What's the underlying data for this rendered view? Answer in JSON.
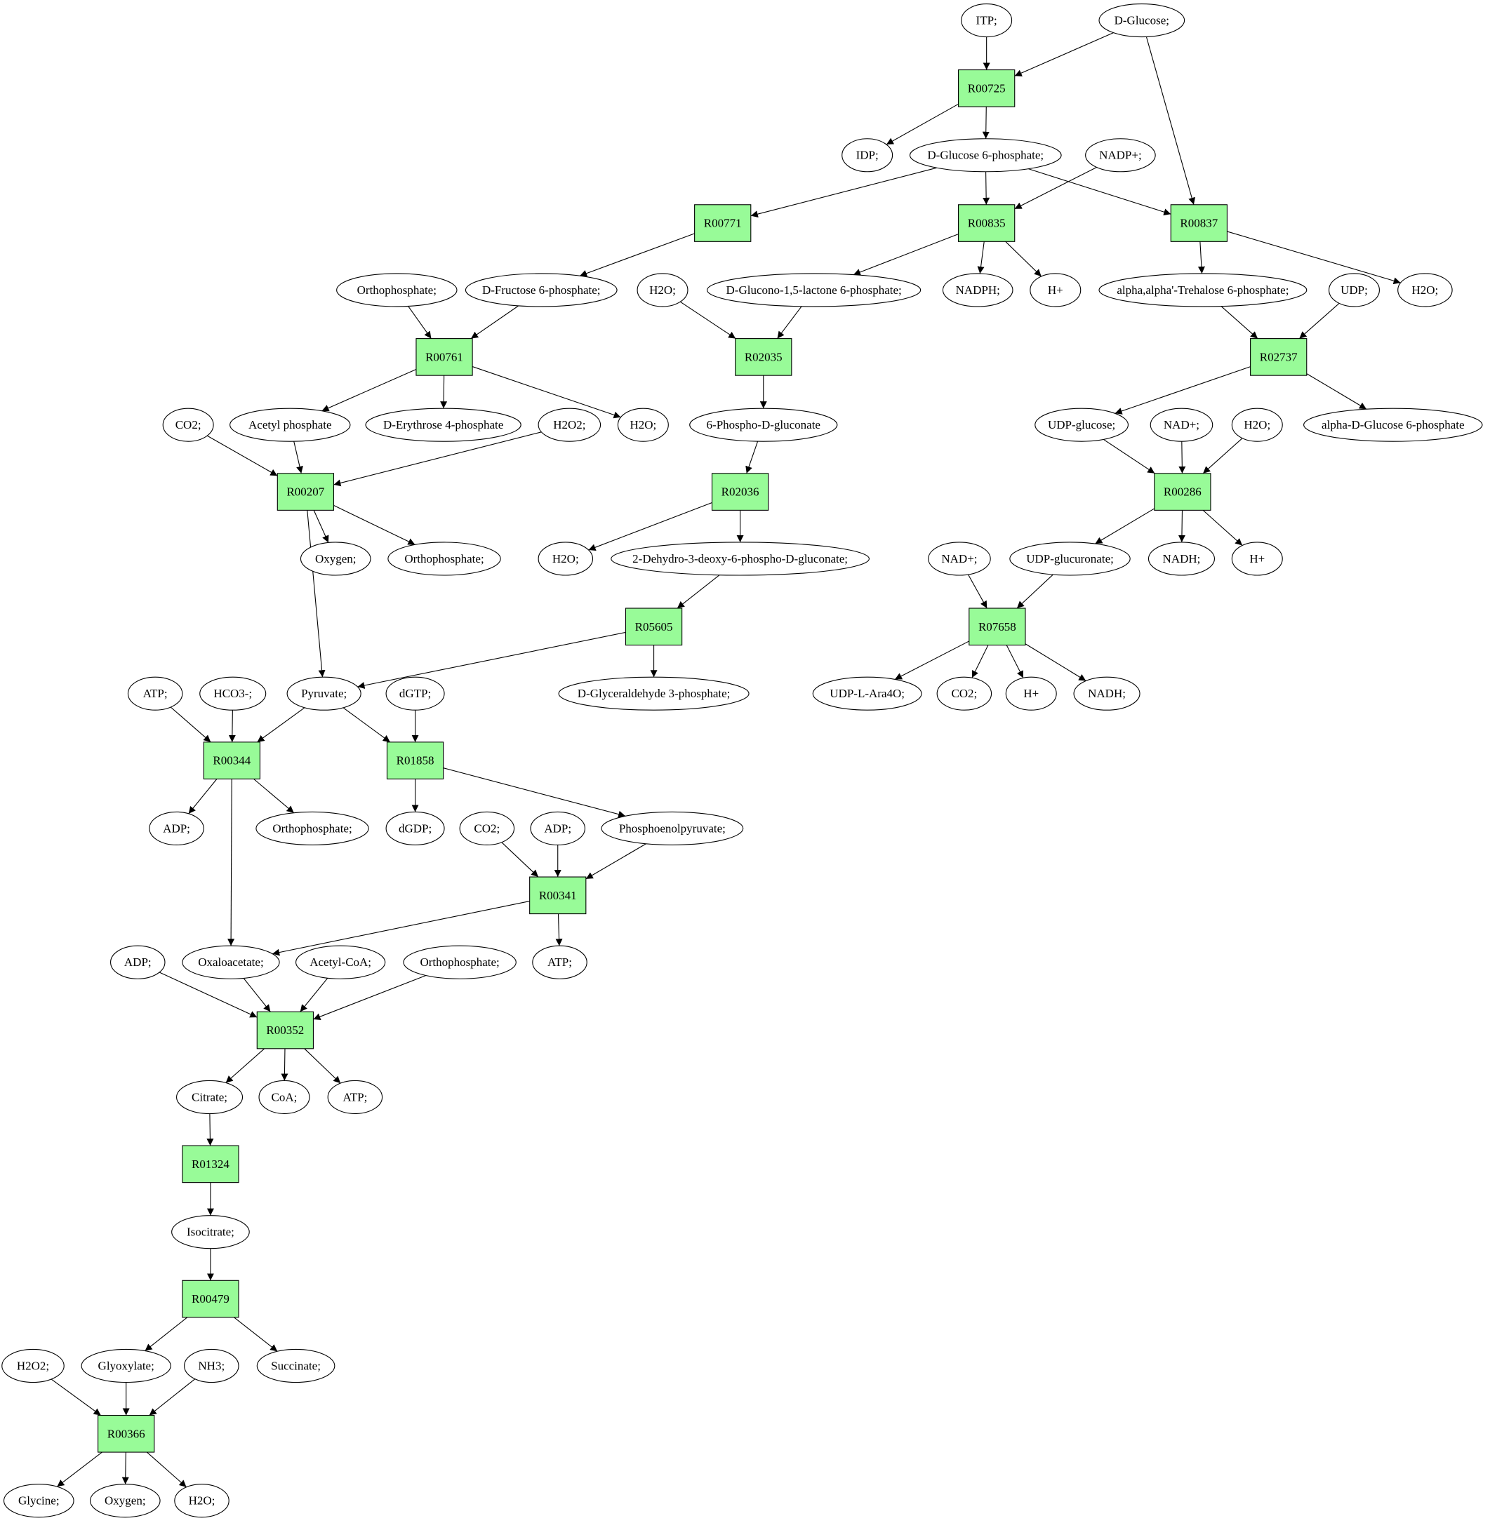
{
  "colors": {
    "reaction_fill": "#98fb98",
    "compound_fill": "#ffffff",
    "start_fill": "#00ff00",
    "end_fill": "#ffff00",
    "stroke": "#000000"
  },
  "reactions": [
    {
      "id": "r_R00725",
      "label": "R00725"
    },
    {
      "id": "r_R00771",
      "label": "R00771"
    },
    {
      "id": "r_R00835",
      "label": "R00835"
    },
    {
      "id": "r_R00837",
      "label": "R00837"
    },
    {
      "id": "r_R00761",
      "label": "R00761"
    },
    {
      "id": "r_R02035",
      "label": "R02035"
    },
    {
      "id": "r_R02737",
      "label": "R02737"
    },
    {
      "id": "r_R00207",
      "label": "R00207"
    },
    {
      "id": "r_R02036",
      "label": "R02036"
    },
    {
      "id": "r_R00286",
      "label": "R00286"
    },
    {
      "id": "r_R05605",
      "label": "R05605"
    },
    {
      "id": "r_R07658",
      "label": "R07658"
    },
    {
      "id": "r_R00344",
      "label": "R00344"
    },
    {
      "id": "r_R01858",
      "label": "R01858"
    },
    {
      "id": "r_R00341",
      "label": "R00341"
    },
    {
      "id": "r_R00352",
      "label": "R00352"
    },
    {
      "id": "r_R01324",
      "label": "R01324"
    },
    {
      "id": "r_R00479",
      "label": "R00479"
    },
    {
      "id": "r_R00366",
      "label": "R00366"
    }
  ],
  "compounds": [
    {
      "id": "c_itp",
      "label": "ITP;"
    },
    {
      "id": "c_dglucose",
      "label": "D-Glucose;",
      "role": "start"
    },
    {
      "id": "c_idp",
      "label": "IDP;"
    },
    {
      "id": "c_g6p",
      "label": "D-Glucose 6-phosphate;"
    },
    {
      "id": "c_nadp",
      "label": "NADP+;"
    },
    {
      "id": "c_pi1",
      "label": "Orthophosphate;"
    },
    {
      "id": "c_f6p",
      "label": "D-Fructose 6-phosphate;"
    },
    {
      "id": "c_h2o1",
      "label": "H2O;"
    },
    {
      "id": "c_glucono",
      "label": "D-Glucono-1,5-lactone 6-phosphate;"
    },
    {
      "id": "c_nadph",
      "label": "NADPH;"
    },
    {
      "id": "c_hplus1",
      "label": "H+"
    },
    {
      "id": "c_trehalose6p",
      "label": "alpha,alpha'-Trehalose 6-phosphate;"
    },
    {
      "id": "c_udp",
      "label": "UDP;"
    },
    {
      "id": "c_h2o2",
      "label": "H2O;"
    },
    {
      "id": "c_co2a",
      "label": "CO2;"
    },
    {
      "id": "c_acetylp",
      "label": "Acetyl phosphate"
    },
    {
      "id": "c_e4p",
      "label": "D-Erythrose 4-phosphate"
    },
    {
      "id": "c_h2o2a",
      "label": "H2O2;"
    },
    {
      "id": "c_h2o3",
      "label": "H2O;"
    },
    {
      "id": "c_6pg",
      "label": "6-Phospho-D-gluconate"
    },
    {
      "id": "c_udpglc",
      "label": "UDP-glucose;"
    },
    {
      "id": "c_nad1",
      "label": "NAD+;"
    },
    {
      "id": "c_h2o4",
      "label": "H2O;"
    },
    {
      "id": "c_ag6p",
      "label": "alpha-D-Glucose 6-phosphate"
    },
    {
      "id": "c_oxygen1",
      "label": "Oxygen;"
    },
    {
      "id": "c_pi2",
      "label": "Orthophosphate;"
    },
    {
      "id": "c_h2o5",
      "label": "H2O;"
    },
    {
      "id": "c_kdpg",
      "label": "2-Dehydro-3-deoxy-6-phospho-D-gluconate;"
    },
    {
      "id": "c_nad2",
      "label": "NAD+;"
    },
    {
      "id": "c_udpglcur",
      "label": "UDP-glucuronate;"
    },
    {
      "id": "c_nadh1",
      "label": "NADH;"
    },
    {
      "id": "c_hplus2",
      "label": "H+"
    },
    {
      "id": "c_atp1",
      "label": "ATP;"
    },
    {
      "id": "c_hco3",
      "label": "HCO3-;"
    },
    {
      "id": "c_pyruvate",
      "label": "Pyruvate;"
    },
    {
      "id": "c_dgtp",
      "label": "dGTP;"
    },
    {
      "id": "c_gap",
      "label": "D-Glyceraldehyde 3-phosphate;"
    },
    {
      "id": "c_udpara",
      "label": "UDP-L-Ara4O;"
    },
    {
      "id": "c_co2b",
      "label": "CO2;"
    },
    {
      "id": "c_hplus3",
      "label": "H+"
    },
    {
      "id": "c_nadh2",
      "label": "NADH;"
    },
    {
      "id": "c_adp1",
      "label": "ADP;"
    },
    {
      "id": "c_pi3",
      "label": "Orthophosphate;"
    },
    {
      "id": "c_dgdp",
      "label": "dGDP;"
    },
    {
      "id": "c_co2c",
      "label": "CO2;"
    },
    {
      "id": "c_adp2",
      "label": "ADP;"
    },
    {
      "id": "c_pep",
      "label": "Phosphoenolpyruvate;"
    },
    {
      "id": "c_adp3",
      "label": "ADP;"
    },
    {
      "id": "c_oaa",
      "label": "Oxaloacetate;"
    },
    {
      "id": "c_acoa",
      "label": "Acetyl-CoA;"
    },
    {
      "id": "c_pi4",
      "label": "Orthophosphate;"
    },
    {
      "id": "c_atp2",
      "label": "ATP;"
    },
    {
      "id": "c_citrate",
      "label": "Citrate;"
    },
    {
      "id": "c_coa",
      "label": "CoA;"
    },
    {
      "id": "c_atp3",
      "label": "ATP;"
    },
    {
      "id": "c_isocitrate",
      "label": "Isocitrate;"
    },
    {
      "id": "c_h2o2b",
      "label": "H2O2;"
    },
    {
      "id": "c_glyoxylate",
      "label": "Glyoxylate;"
    },
    {
      "id": "c_nh3",
      "label": "NH3;"
    },
    {
      "id": "c_succinate",
      "label": "Succinate;"
    },
    {
      "id": "c_glycine",
      "label": "Glycine;",
      "role": "end"
    },
    {
      "id": "c_oxygen2",
      "label": "Oxygen;"
    },
    {
      "id": "c_h2o6",
      "label": "H2O;"
    }
  ],
  "edges": [
    [
      "c_itp",
      "r_R00725"
    ],
    [
      "c_dglucose",
      "r_R00725"
    ],
    [
      "c_dglucose",
      "r_R00837"
    ],
    [
      "r_R00725",
      "c_idp"
    ],
    [
      "r_R00725",
      "c_g6p"
    ],
    [
      "c_g6p",
      "r_R00771"
    ],
    [
      "c_g6p",
      "r_R00835"
    ],
    [
      "c_g6p",
      "r_R00837"
    ],
    [
      "c_nadp",
      "r_R00835"
    ],
    [
      "r_R00771",
      "c_f6p"
    ],
    [
      "r_R00835",
      "c_glucono"
    ],
    [
      "r_R00835",
      "c_nadph"
    ],
    [
      "r_R00835",
      "c_hplus1"
    ],
    [
      "r_R00837",
      "c_trehalose6p"
    ],
    [
      "r_R00837",
      "c_h2o2"
    ],
    [
      "c_pi1",
      "r_R00761"
    ],
    [
      "c_f6p",
      "r_R00761"
    ],
    [
      "c_h2o1",
      "r_R02035"
    ],
    [
      "c_glucono",
      "r_R02035"
    ],
    [
      "c_trehalose6p",
      "r_R02737"
    ],
    [
      "c_udp",
      "r_R02737"
    ],
    [
      "r_R00761",
      "c_acetylp"
    ],
    [
      "r_R00761",
      "c_e4p"
    ],
    [
      "r_R00761",
      "c_h2o3"
    ],
    [
      "r_R02035",
      "c_6pg"
    ],
    [
      "r_R02737",
      "c_udpglc"
    ],
    [
      "r_R02737",
      "c_ag6p"
    ],
    [
      "c_co2a",
      "r_R00207"
    ],
    [
      "c_acetylp",
      "r_R00207"
    ],
    [
      "c_h2o2a",
      "r_R00207"
    ],
    [
      "c_6pg",
      "r_R02036"
    ],
    [
      "c_udpglc",
      "r_R00286"
    ],
    [
      "c_nad1",
      "r_R00286"
    ],
    [
      "c_h2o4",
      "r_R00286"
    ],
    [
      "r_R00207",
      "c_oxygen1"
    ],
    [
      "r_R00207",
      "c_pi2"
    ],
    [
      "r_R00207",
      "c_pyruvate"
    ],
    [
      "r_R02036",
      "c_h2o5"
    ],
    [
      "r_R02036",
      "c_kdpg"
    ],
    [
      "r_R00286",
      "c_udpglcur"
    ],
    [
      "r_R00286",
      "c_nadh1"
    ],
    [
      "r_R00286",
      "c_hplus2"
    ],
    [
      "c_kdpg",
      "r_R05605"
    ],
    [
      "c_nad2",
      "r_R07658"
    ],
    [
      "c_udpglcur",
      "r_R07658"
    ],
    [
      "r_R05605",
      "c_pyruvate"
    ],
    [
      "r_R05605",
      "c_gap"
    ],
    [
      "r_R07658",
      "c_udpara"
    ],
    [
      "r_R07658",
      "c_co2b"
    ],
    [
      "r_R07658",
      "c_hplus3"
    ],
    [
      "r_R07658",
      "c_nadh2"
    ],
    [
      "c_atp1",
      "r_R00344"
    ],
    [
      "c_hco3",
      "r_R00344"
    ],
    [
      "c_pyruvate",
      "r_R00344"
    ],
    [
      "c_pyruvate",
      "r_R01858"
    ],
    [
      "c_dgtp",
      "r_R01858"
    ],
    [
      "r_R00344",
      "c_adp1"
    ],
    [
      "r_R00344",
      "c_pi3"
    ],
    [
      "r_R00344",
      "c_oaa"
    ],
    [
      "r_R01858",
      "c_dgdp"
    ],
    [
      "r_R01858",
      "c_pep"
    ],
    [
      "c_co2c",
      "r_R00341"
    ],
    [
      "c_adp2",
      "r_R00341"
    ],
    [
      "c_pep",
      "r_R00341"
    ],
    [
      "r_R00341",
      "c_oaa"
    ],
    [
      "r_R00341",
      "c_atp2"
    ],
    [
      "c_adp3",
      "r_R00352"
    ],
    [
      "c_oaa",
      "r_R00352"
    ],
    [
      "c_acoa",
      "r_R00352"
    ],
    [
      "c_pi4",
      "r_R00352"
    ],
    [
      "r_R00352",
      "c_citrate"
    ],
    [
      "r_R00352",
      "c_coa"
    ],
    [
      "r_R00352",
      "c_atp3"
    ],
    [
      "c_citrate",
      "r_R01324"
    ],
    [
      "r_R01324",
      "c_isocitrate"
    ],
    [
      "c_isocitrate",
      "r_R00479"
    ],
    [
      "r_R00479",
      "c_glyoxylate"
    ],
    [
      "r_R00479",
      "c_succinate"
    ],
    [
      "c_h2o2b",
      "r_R00366"
    ],
    [
      "c_glyoxylate",
      "r_R00366"
    ],
    [
      "c_nh3",
      "r_R00366"
    ],
    [
      "r_R00366",
      "c_glycine"
    ],
    [
      "r_R00366",
      "c_oxygen2"
    ],
    [
      "r_R00366",
      "c_h2o6"
    ]
  ]
}
